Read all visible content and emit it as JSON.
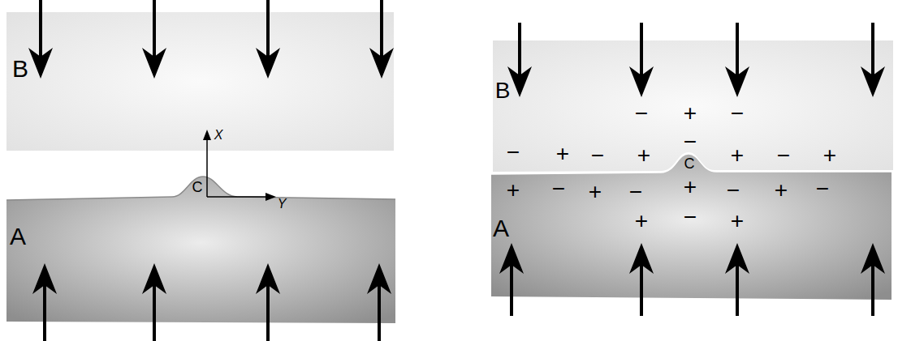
{
  "diagram": {
    "nodes": [
      {
        "text": [
          "B"
        ]
      },
      {
        "text": [
          "A"
        ]
      },
      {
        "text": [
          "B"
        ]
      },
      {
        "text": [
          "A"
        ]
      }
    ],
    "labels": [
      "X",
      "Y",
      "C",
      "−",
      "+",
      "−",
      "−",
      "+",
      "−",
      "+",
      "−",
      "C",
      "+",
      "−",
      "+",
      "+",
      "−",
      "+",
      "−",
      "+",
      "−",
      "+",
      "−",
      "+",
      "−",
      "+"
    ]
  }
}
